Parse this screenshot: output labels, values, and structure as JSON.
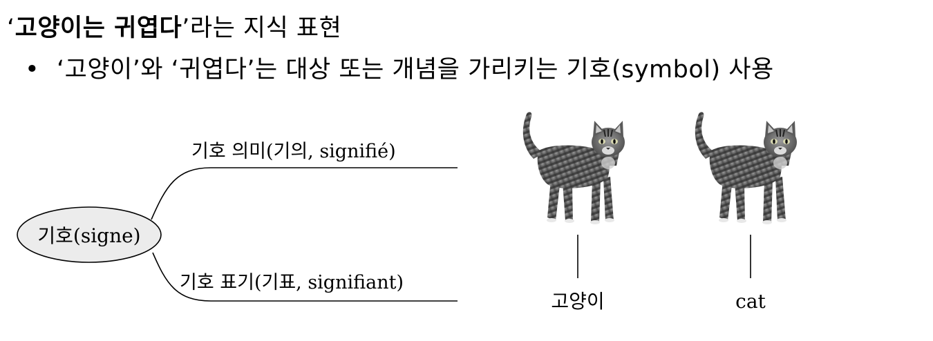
{
  "heading": {
    "quote_open": "‘",
    "emphasis": "고양이는 귀엽다",
    "quote_close": "’",
    "rest": "라는 지식 표현"
  },
  "bullet": {
    "marker": "•",
    "text": "‘고양이’와 ‘귀엽다’는 대상 또는 개념을 가리키는 기호(symbol) 사용"
  },
  "diagram": {
    "root_label": "기호(signe)",
    "branch_top_label": "기호 의미(기의, signifié)",
    "branch_bottom_label": "기호 표기(기표, signifiant)",
    "cat_left_label": "고양이",
    "cat_right_label": "cat",
    "colors": {
      "ellipse_fill": "#ececec",
      "stroke": "#000000"
    }
  }
}
